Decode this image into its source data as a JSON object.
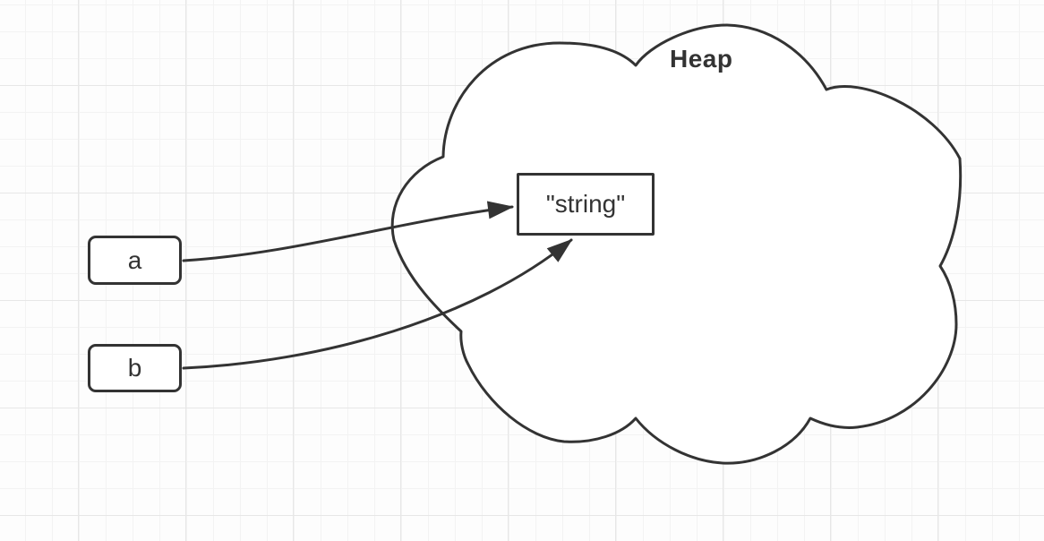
{
  "diagram": {
    "heap": {
      "label": "Heap",
      "object_label": "\"string\""
    },
    "variables": [
      {
        "label": "a"
      },
      {
        "label": "b"
      }
    ],
    "arrows": [
      {
        "from": "a",
        "to": "\"string\""
      },
      {
        "from": "b",
        "to": "\"string\""
      }
    ],
    "colors": {
      "stroke": "#333333",
      "shape_fill": "#ffffff",
      "background": "#fdfdfd",
      "grid_minor": "#f3f3f3",
      "grid_major": "#e7e7e7"
    }
  }
}
